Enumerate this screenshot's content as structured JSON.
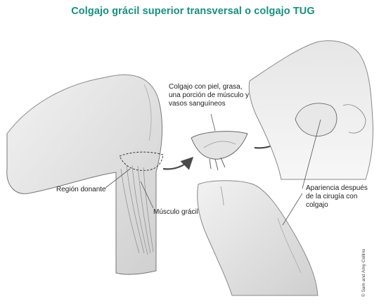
{
  "title": "Colgajo grácil superior transversal o colgajo TUG",
  "labels": {
    "flap": "Colgajo con piel, grasa, una porción de músculo y vasos sanguíneos",
    "flap_lines": [
      "Colgajo con piel, grasa,",
      "una porción de músculo y",
      "vasos sanguíneos"
    ],
    "donor_region": "Región donante",
    "gracilis": "Músculo grácil",
    "appearance_lines": [
      "Apariencia después",
      "de la cirugía con",
      "colgajo"
    ]
  },
  "credit": "© Sam and Amy Collins",
  "colors": {
    "title": "#14907f",
    "shade": "#d9d9d9",
    "line": "#6b6b6b",
    "arrow": "#4a4a4a"
  }
}
